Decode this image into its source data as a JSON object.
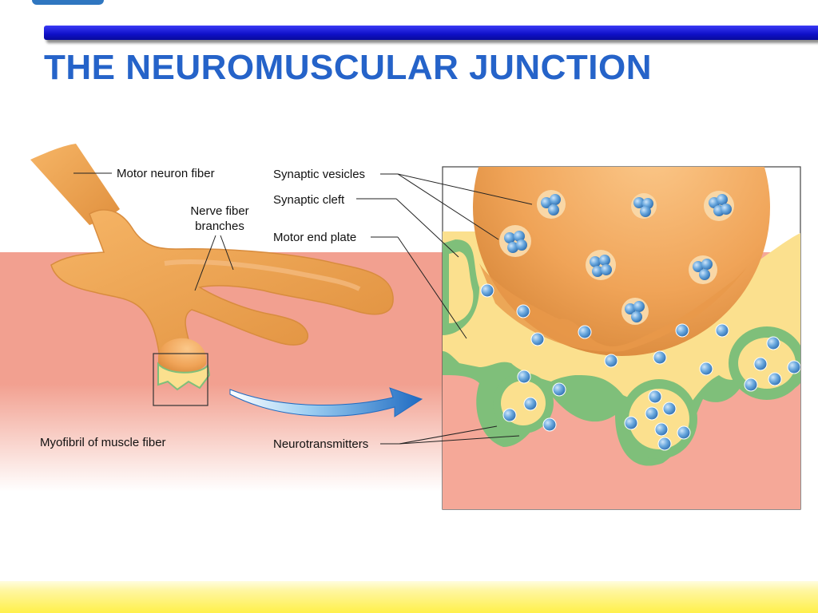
{
  "slide": {
    "title": "THE NEUROMUSCULAR JUNCTION"
  },
  "diagram": {
    "labels": {
      "motor_neuron_fiber": "Motor neuron fiber",
      "nerve_fiber_branches_line1": "Nerve fiber",
      "nerve_fiber_branches_line2": "branches",
      "myofibril": "Myofibril of muscle fiber",
      "synaptic_vesicles": "Synaptic vesicles",
      "synaptic_cleft": "Synaptic cleft",
      "motor_end_plate": "Motor end plate",
      "neurotransmitters": "Neurotransmitters"
    }
  },
  "colors": {
    "title": "#2563c9",
    "top_bar": "#1414d8",
    "muscle": "#f2a090",
    "neuron": "#efa552",
    "cleft": "#fbe08e",
    "end_plate": "#7fbf7a",
    "vesicle": "#5c9ed6",
    "arrow": "#2a74c6"
  }
}
